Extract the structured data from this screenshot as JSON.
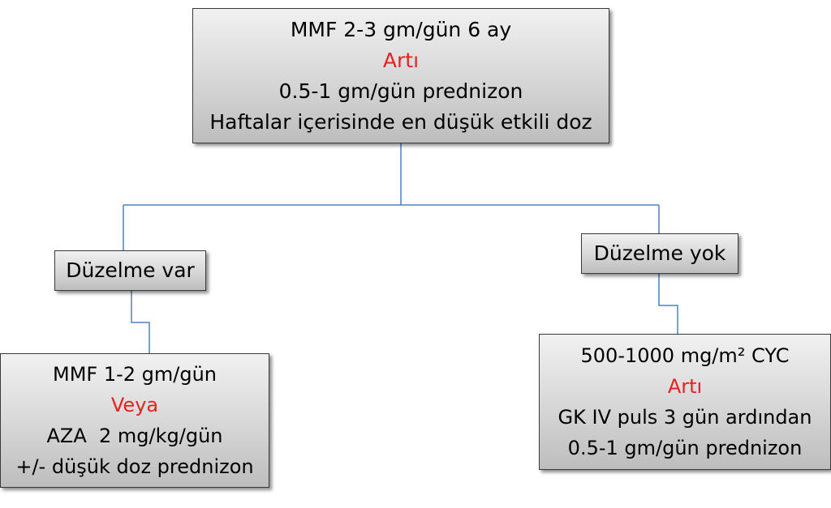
{
  "diagram": {
    "root": {
      "lines": [
        "MMF 2-3 gm/gün 6 ay",
        "Artı",
        "0.5-1 gm/gün prednizon",
        "Haftalar içerisinde en düşük etkili doz"
      ]
    },
    "branch_left": {
      "label": "Düzelme var",
      "result_lines": [
        "MMF 1-2 gm/gün",
        "Veya",
        "AZA  2 mg/kg/gün",
        "+/- düşük doz prednizon"
      ]
    },
    "branch_right": {
      "label": "Düzelme yok",
      "result_lines": [
        "500-1000 mg/m² CYC",
        "Artı",
        "GK IV puls 3 gün ardından",
        "0.5-1 gm/gün prednizon"
      ]
    },
    "colors": {
      "connector": "#4f81bd",
      "accent_text": "#e8201f",
      "box_border": "#3a3a3a"
    }
  }
}
